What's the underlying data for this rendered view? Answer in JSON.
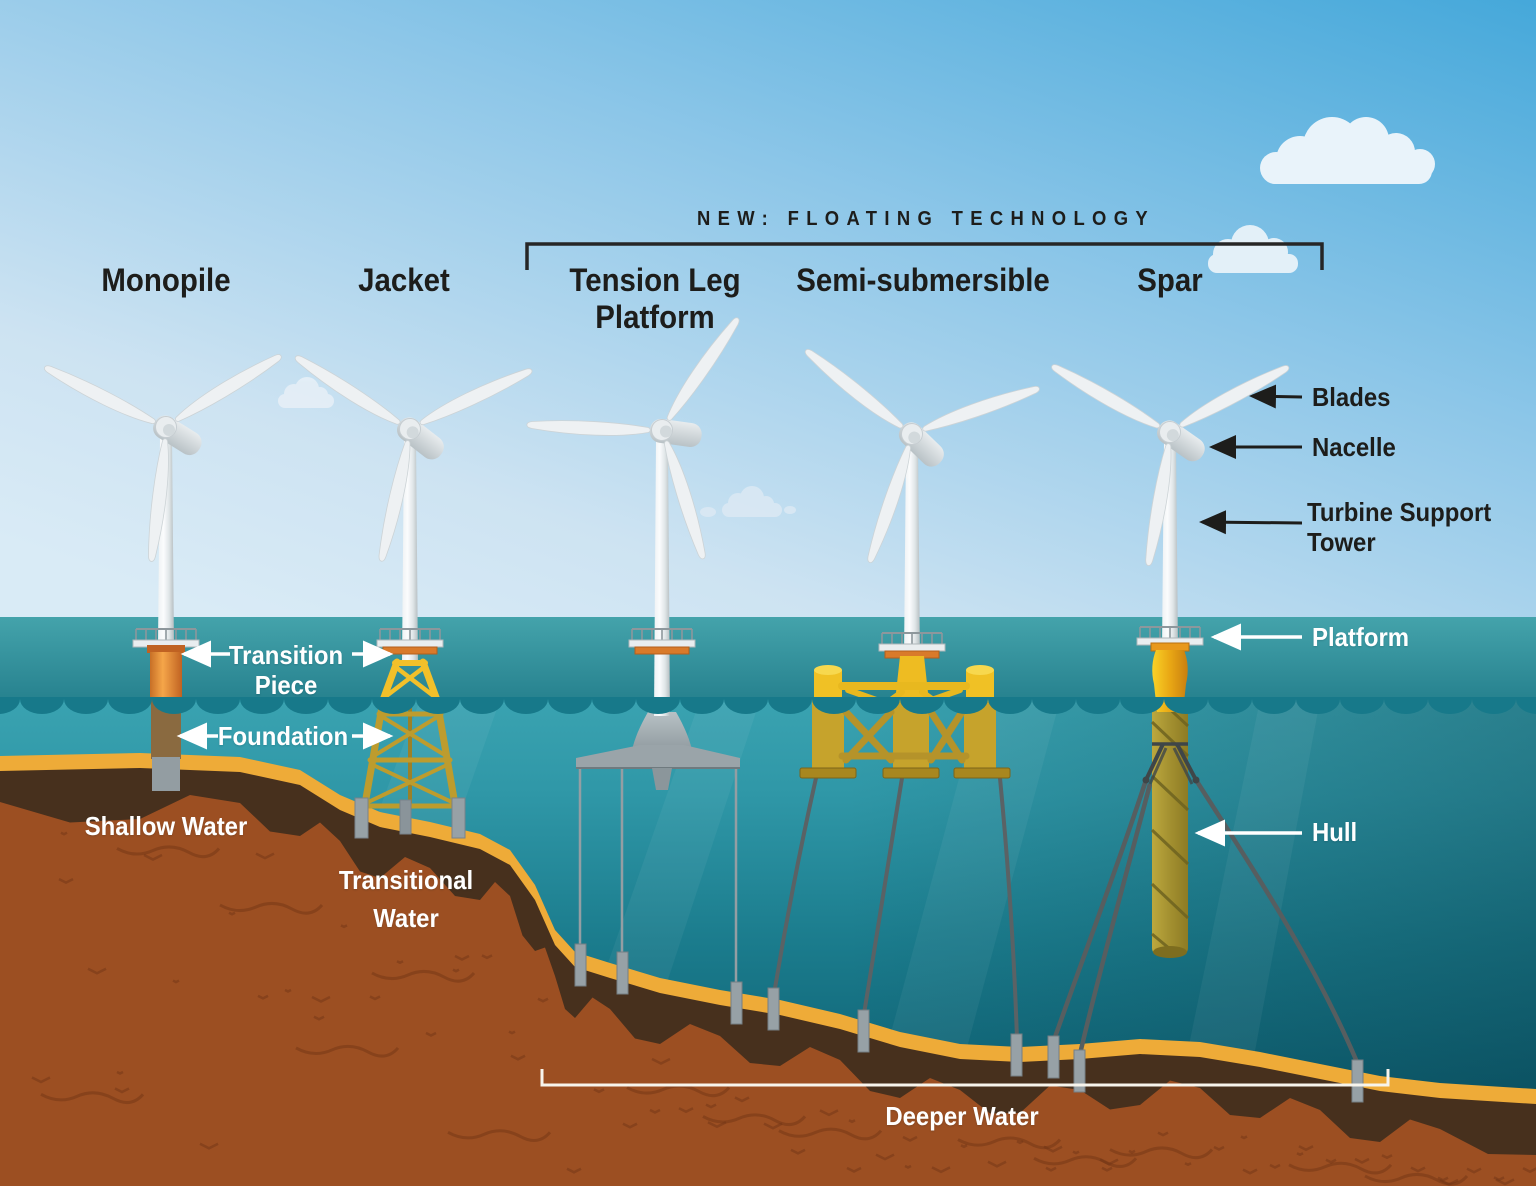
{
  "title_banner": {
    "label": "NEW: FLOATING TECHNOLOGY"
  },
  "foundation_types": [
    {
      "label": "Monopile"
    },
    {
      "label": "Jacket"
    },
    {
      "label": "Tension Leg Platform"
    },
    {
      "label": "Semi-submersible"
    },
    {
      "label": "Spar"
    }
  ],
  "component_labels": {
    "blades": "Blades",
    "nacelle": "Nacelle",
    "turbine_support_tower": "Turbine Support Tower",
    "platform": "Platform",
    "hull": "Hull",
    "transition_piece": "Transition Piece",
    "foundation": "Foundation"
  },
  "water_zones": {
    "shallow": "Shallow Water",
    "transitional": "Transitional Water",
    "deeper": "Deeper Water"
  },
  "colors": {
    "sky_top": "#45a8da",
    "sky_horizon": "#d9ebf6",
    "sea_surface_band": "#3f9fa8",
    "sea_deep": "#0a5162",
    "wave_shadow": "#17798a",
    "sand": "#eeab38",
    "soil_dark": "#47301d",
    "soil": "#9c4f22",
    "structure_yellow": "#f0c125",
    "transition_orange": "#d97a2a",
    "steel_gray": "#97a1a6",
    "text_dark": "#1d1d1b",
    "text_light": "#ffffff"
  }
}
